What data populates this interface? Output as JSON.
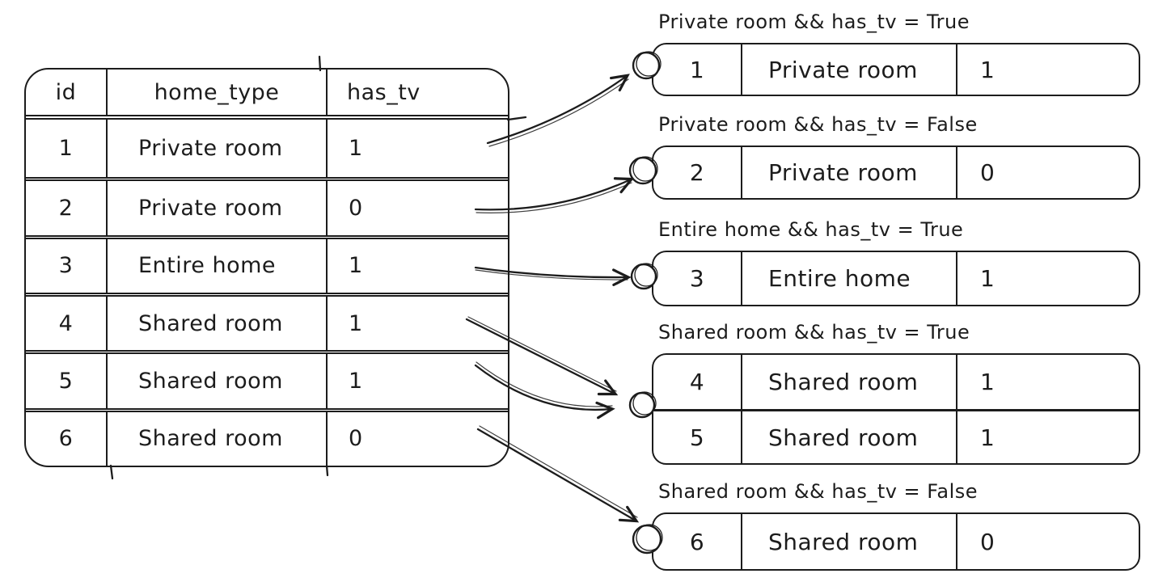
{
  "source_table": {
    "columns": [
      "id",
      "home_type",
      "has_tv"
    ],
    "rows": [
      [
        "1",
        "Private room",
        "1"
      ],
      [
        "2",
        "Private room",
        "0"
      ],
      [
        "3",
        "Entire home",
        "1"
      ],
      [
        "4",
        "Shared room",
        "1"
      ],
      [
        "5",
        "Shared room",
        "1"
      ],
      [
        "6",
        "Shared room",
        "0"
      ]
    ]
  },
  "groups": [
    {
      "label": "Private room && has_tv = True",
      "rows": [
        [
          "1",
          "Private room",
          "1"
        ]
      ]
    },
    {
      "label": "Private room && has_tv = False",
      "rows": [
        [
          "2",
          "Private room",
          "0"
        ]
      ]
    },
    {
      "label": "Entire home && has_tv = True",
      "rows": [
        [
          "3",
          "Entire home",
          "1"
        ]
      ]
    },
    {
      "label": "Shared room && has_tv = True",
      "rows": [
        [
          "4",
          "Shared room",
          "1"
        ],
        [
          "5",
          "Shared room",
          "1"
        ]
      ]
    },
    {
      "label": "Shared room && has_tv = False",
      "rows": [
        [
          "6",
          "Shared room",
          "0"
        ]
      ]
    }
  ],
  "colors": {
    "ink": "#1c1c1c",
    "background": "#ffffff"
  }
}
